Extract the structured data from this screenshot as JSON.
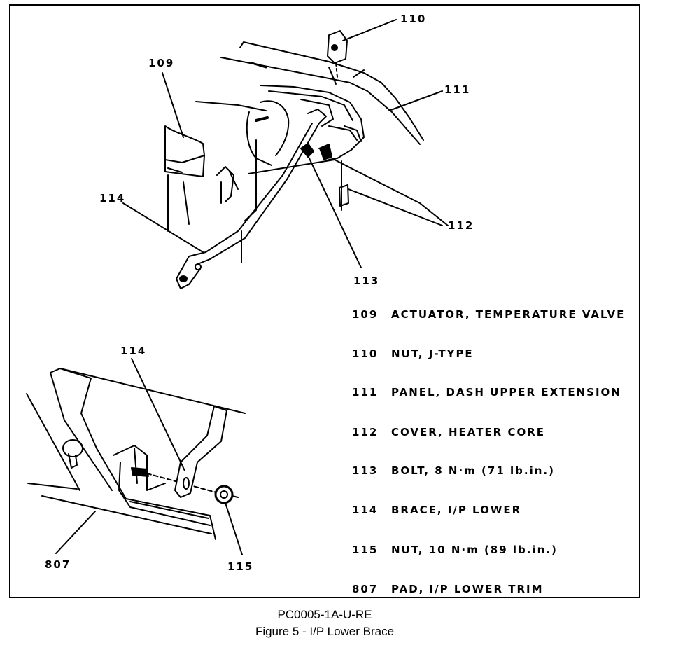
{
  "callouts": {
    "c110": "110",
    "c109": "109",
    "c111": "111",
    "c114_top": "114",
    "c112": "112",
    "c113": "113",
    "c114_bottom": "114",
    "c807": "807",
    "c115": "115"
  },
  "legend": [
    {
      "num": "109",
      "text": "ACTUATOR, TEMPERATURE VALVE"
    },
    {
      "num": "110",
      "text": "NUT, J-TYPE"
    },
    {
      "num": "111",
      "text": "PANEL, DASH UPPER EXTENSION"
    },
    {
      "num": "112",
      "text": "COVER, HEATER CORE"
    },
    {
      "num": "113",
      "text": "BOLT, 8 N·m (71 lb.in.)"
    },
    {
      "num": "114",
      "text": "BRACE, I/P LOWER"
    },
    {
      "num": "115",
      "text": "NUT, 10 N·m (89 lb.in.)"
    },
    {
      "num": "807",
      "text": "PAD, I/P LOWER TRIM"
    }
  ],
  "caption": {
    "code": "PC0005-1A-U-RE",
    "title": "Figure 5 -  I/P Lower Brace"
  }
}
